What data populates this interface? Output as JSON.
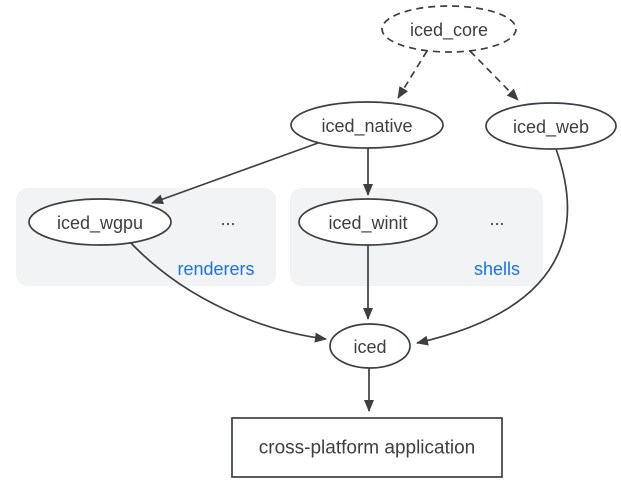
{
  "diagram": {
    "nodes": {
      "iced_core": {
        "label": "iced_core",
        "shape": "ellipse",
        "border": "dashed"
      },
      "iced_native": {
        "label": "iced_native",
        "shape": "ellipse",
        "border": "solid"
      },
      "iced_web": {
        "label": "iced_web",
        "shape": "ellipse",
        "border": "solid"
      },
      "iced_wgpu": {
        "label": "iced_wgpu",
        "shape": "ellipse",
        "border": "solid"
      },
      "iced_winit": {
        "label": "iced_winit",
        "shape": "ellipse",
        "border": "solid"
      },
      "iced": {
        "label": "iced",
        "shape": "ellipse",
        "border": "solid"
      },
      "app": {
        "label": "cross-platform application",
        "shape": "rectangle",
        "border": "solid"
      }
    },
    "groups": {
      "renderers": {
        "label": "renderers",
        "ellipsis": "..."
      },
      "shells": {
        "label": "shells",
        "ellipsis": "..."
      }
    },
    "edges": [
      {
        "from": "iced_core",
        "to": "iced_native",
        "style": "dashed"
      },
      {
        "from": "iced_core",
        "to": "iced_web",
        "style": "dashed"
      },
      {
        "from": "iced_native",
        "to": "iced_wgpu",
        "style": "solid"
      },
      {
        "from": "iced_native",
        "to": "iced_winit",
        "style": "solid"
      },
      {
        "from": "iced_wgpu",
        "to": "iced",
        "style": "solid"
      },
      {
        "from": "iced_winit",
        "to": "iced",
        "style": "solid"
      },
      {
        "from": "iced_web",
        "to": "iced",
        "style": "solid"
      },
      {
        "from": "iced",
        "to": "app",
        "style": "solid"
      }
    ],
    "colors": {
      "stroke": "#3c4043",
      "text": "#3c4043",
      "group_fill": "#f1f3f4",
      "group_label": "#1a73e8",
      "node_fill": "#ffffff",
      "background": "#ffffff"
    }
  }
}
